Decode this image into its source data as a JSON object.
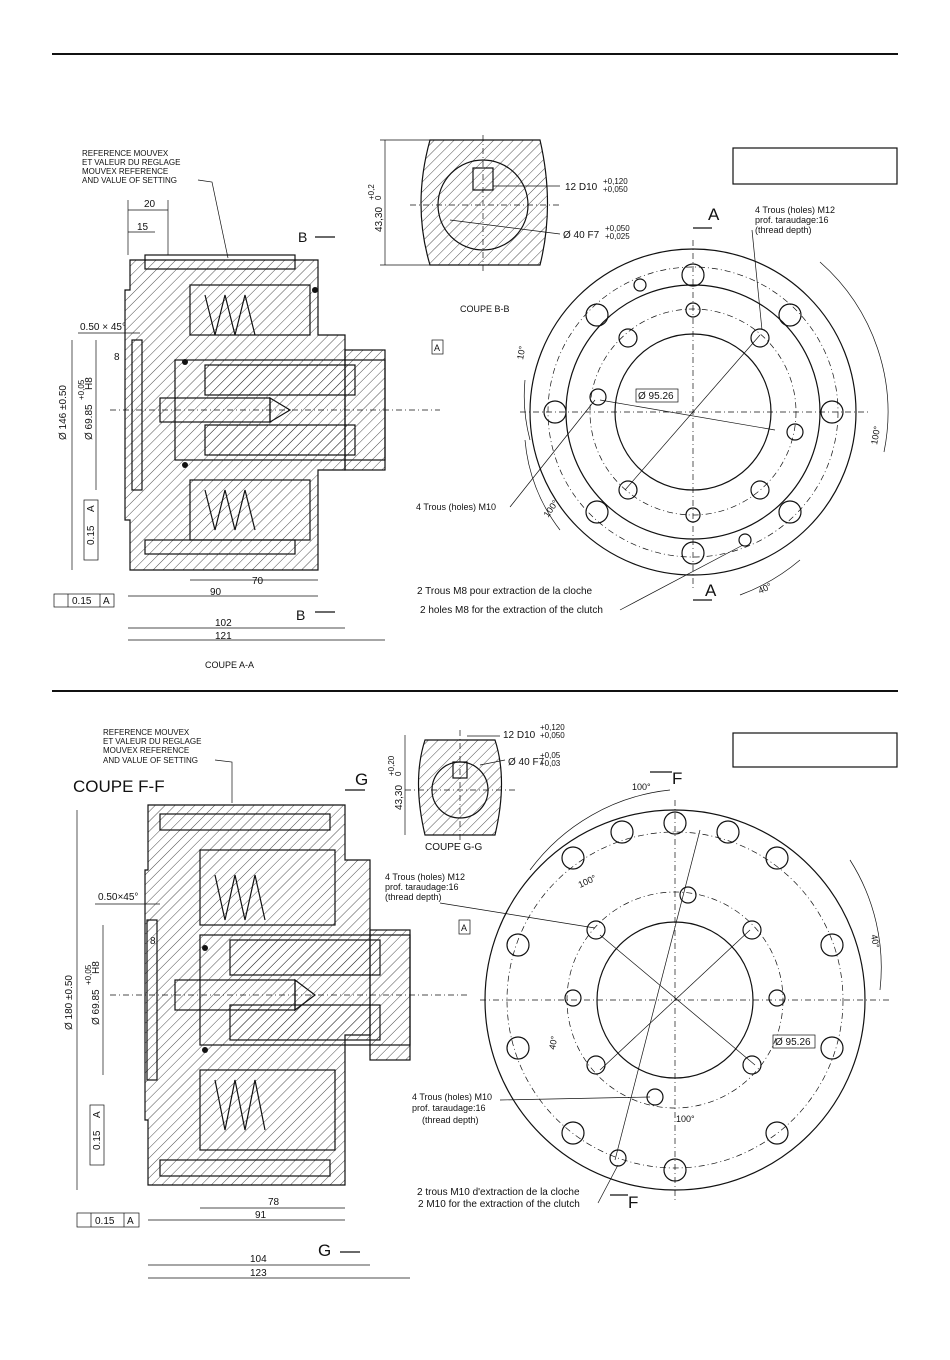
{
  "top": {
    "reference_note": [
      "REFERENCE MOUVEX",
      "ET VALEUR DU REGLAGE",
      "MOUVEX REFERENCE",
      "AND VALUE OF SETTING"
    ],
    "section_b_title": "COUPE B-B",
    "section_a_title": "COUPE A-A",
    "section_markers": {
      "a": "A",
      "b": "B",
      "datum": "A"
    },
    "keyway": "12 D10",
    "keyway_tol": [
      "+0,120",
      "+0,050"
    ],
    "bore": "Ø 40 F7",
    "bore_tol": [
      "+0,050",
      "+0,025"
    ],
    "height": "43,30",
    "height_tol": [
      "+0,2",
      "0"
    ],
    "dims": {
      "d20": "20",
      "d15": "15",
      "chamfer": "0.50 × 45°",
      "d8": "8",
      "d146": "Ø 146 ±0.50",
      "d6985": "Ø 69.85",
      "d6985_tol": "+0,05",
      "fit": "H8",
      "d70": "70",
      "d90": "90",
      "d102": "102",
      "d121": "121"
    },
    "tolerances": {
      "coax": "0.15",
      "coax_ref": "A",
      "flat": "0.15",
      "flat_ref": "A"
    },
    "holes_m12": [
      "4 Trous (holes)  M12",
      "prof. taraudage:16",
      "(thread depth)"
    ],
    "holes_m10": "4 Trous (holes) M10",
    "pcd": "Ø 95.26",
    "angles": {
      "a10": "10°",
      "a100a": "100°",
      "a100b": "100°",
      "a40": "40°"
    },
    "extraction": [
      "2 Trous M8 pour extraction de la cloche",
      "2 holes M8 for the extraction of the clutch"
    ]
  },
  "bottom": {
    "reference_note": [
      "REFERENCE MOUVEX",
      "ET VALEUR DU REGLAGE",
      "MOUVEX REFERENCE",
      "AND VALUE OF SETTING"
    ],
    "section_f_title": "COUPE F-F",
    "section_g_title": "COUPE G-G",
    "section_markers": {
      "f": "F",
      "g": "G",
      "datum": "A"
    },
    "keyway": "12 D10",
    "keyway_tol": [
      "+0,120",
      "+0,050"
    ],
    "bore": "Ø 40 F7",
    "bore_tol": [
      "+0,05",
      "+0,03"
    ],
    "height": "43,30",
    "height_tol": [
      "+0,20",
      "0"
    ],
    "dims": {
      "chamfer": "0.50×45°",
      "d8": "8",
      "d180": "Ø 180 ±0.50",
      "d6985": "Ø 69.85",
      "d6985_tol": "+0,05",
      "fit": "H8",
      "d78": "78",
      "d91": "91",
      "d104": "104",
      "d123": "123"
    },
    "tolerances": {
      "coax": "0.15",
      "coax_ref": "A",
      "flat": "0.15",
      "flat_ref": "A"
    },
    "holes_m12": [
      "4 Trous (holes)  M12",
      "prof. taraudage:16",
      "(thread depth)"
    ],
    "holes_m10": [
      "4 Trous (holes) M10",
      "prof. taraudage:16",
      "(thread depth)"
    ],
    "pcd": "Ø 95.26",
    "angles": {
      "a100a": "100°",
      "a100b": "100°",
      "a100c": "100°",
      "a40a": "40°",
      "a40b": "40°"
    },
    "extraction": [
      "2 trous M10 d'extraction de la cloche",
      "2 M10 for the extraction of the clutch"
    ]
  }
}
